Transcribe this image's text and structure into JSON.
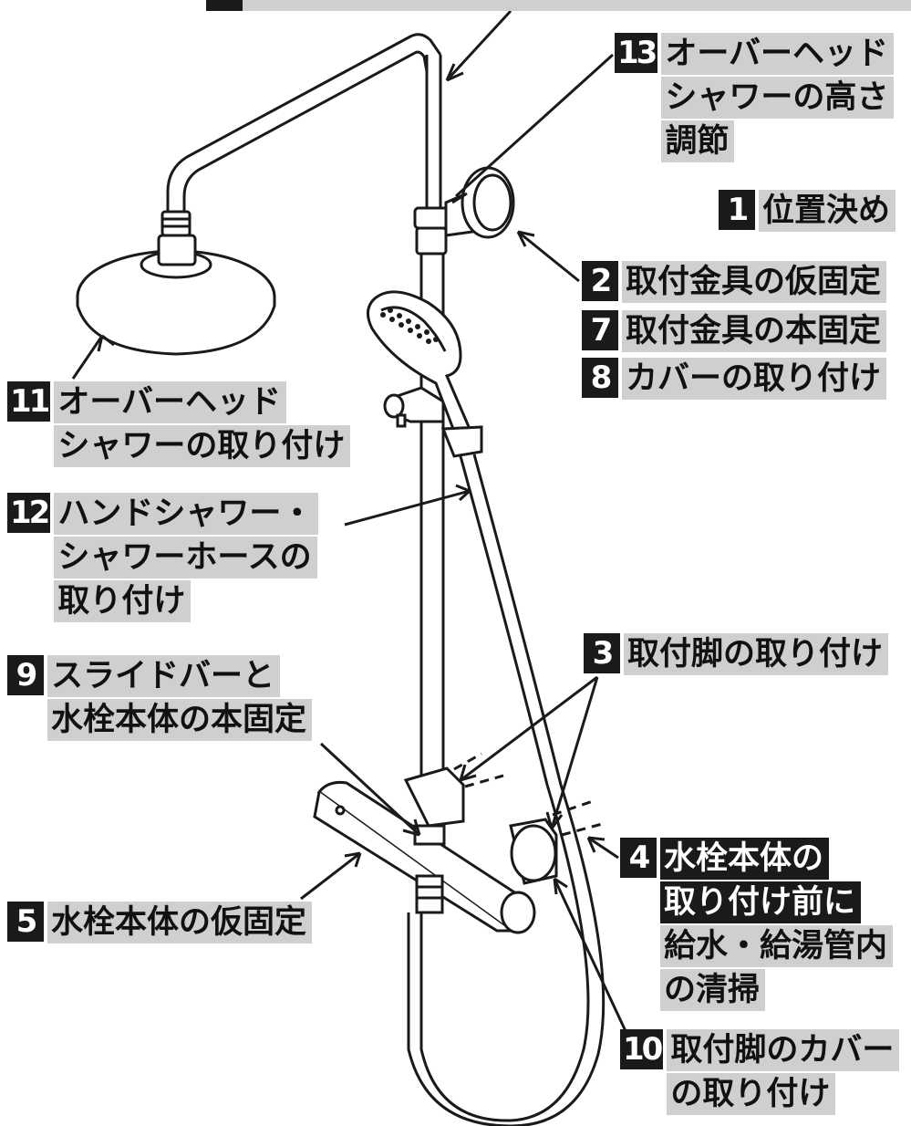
{
  "labels": [
    {
      "id": "l13",
      "num": "13",
      "lines": [
        "オーバーヘッド",
        "シャワーの高さ",
        "調節"
      ]
    },
    {
      "id": "l1",
      "num": "1",
      "lines": [
        "位置決め"
      ]
    },
    {
      "id": "l2",
      "num": "2",
      "lines": [
        "取付金具の仮固定"
      ]
    },
    {
      "id": "l7",
      "num": "7",
      "lines": [
        "取付金具の本固定"
      ]
    },
    {
      "id": "l8",
      "num": "8",
      "lines": [
        "カバーの取り付け"
      ]
    },
    {
      "id": "l11",
      "num": "11",
      "lines": [
        "オーバーヘッド",
        "シャワーの取り付け"
      ]
    },
    {
      "id": "l12",
      "num": "12",
      "lines": [
        "ハンドシャワー・",
        "シャワーホースの",
        "取り付け"
      ]
    },
    {
      "id": "l3",
      "num": "3",
      "lines": [
        "取付脚の取り付け"
      ]
    },
    {
      "id": "l9",
      "num": "9",
      "lines": [
        "スライドバーと",
        "水栓本体の本固定"
      ]
    },
    {
      "id": "l4",
      "num": "4",
      "lines": [
        "水栓本体の",
        "取り付け前に",
        "給水・給湯管内",
        "の清掃"
      ],
      "dark_lines": 2
    },
    {
      "id": "l5",
      "num": "5",
      "lines": [
        "水栓本体の仮固定"
      ]
    },
    {
      "id": "l10",
      "num": "10",
      "lines": [
        "取付脚のカバー",
        "の取り付け"
      ]
    }
  ]
}
